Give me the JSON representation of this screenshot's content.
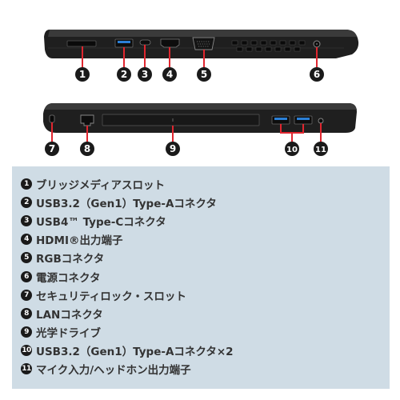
{
  "ports_top": [
    {
      "num": "1"
    },
    {
      "num": "2"
    },
    {
      "num": "3"
    },
    {
      "num": "4"
    },
    {
      "num": "5"
    },
    {
      "num": "6"
    }
  ],
  "ports_bottom": [
    {
      "num": "7"
    },
    {
      "num": "8"
    },
    {
      "num": "9"
    },
    {
      "num": "10"
    },
    {
      "num": "11"
    }
  ],
  "legend": [
    {
      "num": "1",
      "text": "ブリッジメディアスロット"
    },
    {
      "num": "2",
      "text": "USB3.2（Gen1）Type-Aコネクタ"
    },
    {
      "num": "3",
      "text": "USB4™ Type-Cコネクタ"
    },
    {
      "num": "4",
      "text": "HDMI®出力端子"
    },
    {
      "num": "5",
      "text": "RGBコネクタ"
    },
    {
      "num": "6",
      "text": "電源コネクタ"
    },
    {
      "num": "7",
      "text": "セキュリティロック・スロット"
    },
    {
      "num": "8",
      "text": "LANコネクタ"
    },
    {
      "num": "9",
      "text": "光学ドライブ"
    },
    {
      "num": "10",
      "text": "USB3.2（Gen1）Type-Aコネクタ×2"
    },
    {
      "num": "11",
      "text": "マイク入力/ヘッドホン出力端子"
    }
  ],
  "colors": {
    "laptop_body": "#1f1f1f",
    "usb_blue": "#2b7fd6",
    "callout_red": "#e0262f",
    "legend_bg": "#cfdce5",
    "badge": "#1a1a1a"
  }
}
